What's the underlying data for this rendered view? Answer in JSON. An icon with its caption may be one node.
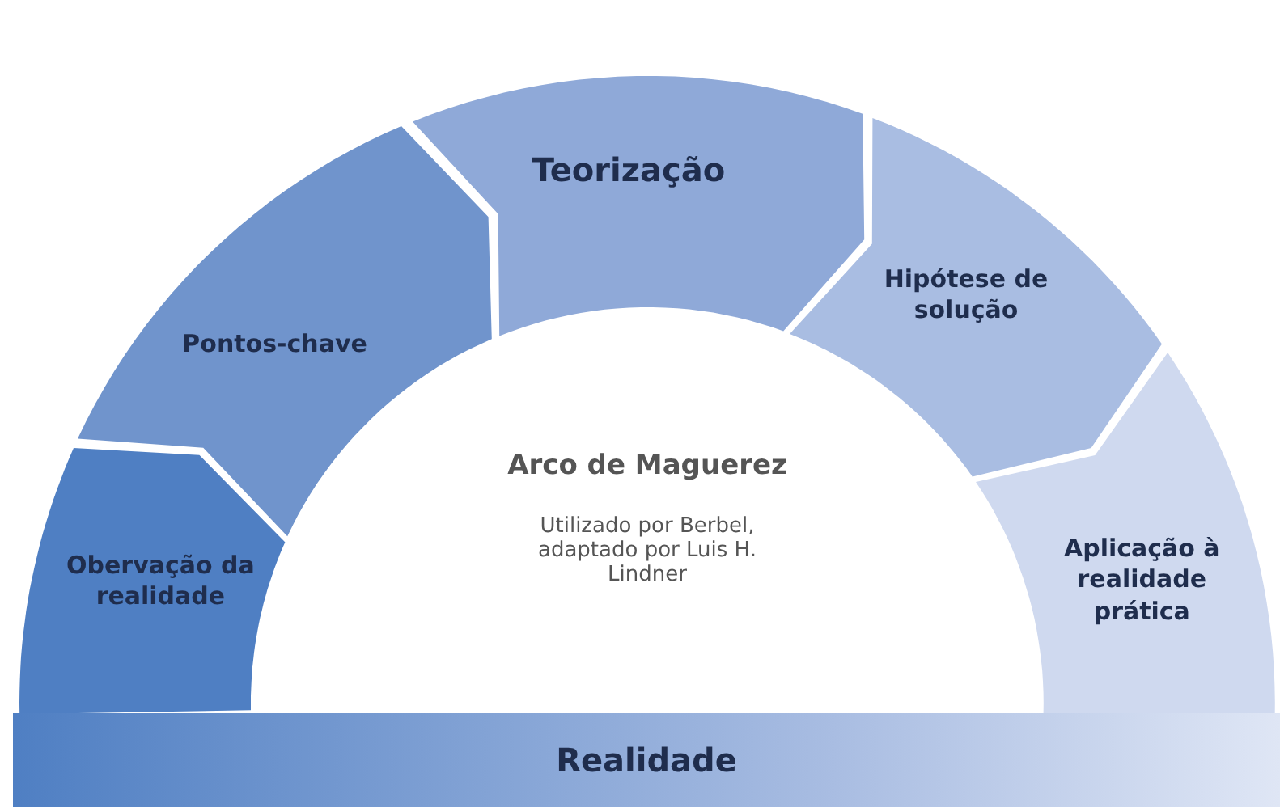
{
  "diagram": {
    "nodes": [
      {
        "text": [
          "Obervação da realidade"
        ]
      },
      {
        "text": [
          "Pontos-chave"
        ]
      },
      {
        "text": [
          "Teorização"
        ]
      },
      {
        "text": [
          "Hipótese de solução"
        ]
      },
      {
        "text": [
          "Aplicação à realidade prática"
        ]
      },
      {
        "text": [
          "Realidade"
        ]
      }
    ],
    "labels": [
      "Arco de Maguerez",
      "Utilizado por Berbel, adaptado por Luis H. Lindner"
    ]
  }
}
